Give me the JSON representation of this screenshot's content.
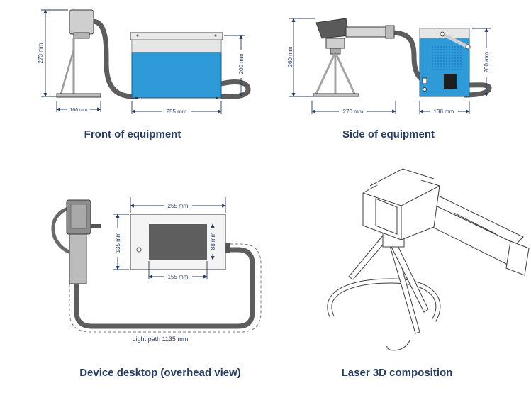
{
  "colors": {
    "accent_blue": "#2f9ad8",
    "blue_dark": "#1f79b4",
    "cable": "#5d5d5d",
    "metal": "#c9c9c9",
    "caption": "#263d66",
    "dimension": "#22385e"
  },
  "panels": {
    "front": {
      "caption": "Front of equipment",
      "dims": {
        "height_total": "273 mm",
        "stand_width": "166 mm",
        "box_width": "255 mm",
        "box_height": "200 mm"
      }
    },
    "side": {
      "caption": "Side of equipment",
      "dims": {
        "height_total": "260 mm",
        "stand_width": "270 mm",
        "box_width": "138 mm",
        "box_height": "200 mm"
      }
    },
    "top": {
      "caption": "Device desktop (overhead view)",
      "dims": {
        "box_width": "255 mm",
        "box_depth": "135 mm",
        "window_width": "155 mm",
        "window_height": "88 mm",
        "light_path": "Light path 1135 mm"
      }
    },
    "iso": {
      "caption": "Laser 3D composition"
    }
  }
}
